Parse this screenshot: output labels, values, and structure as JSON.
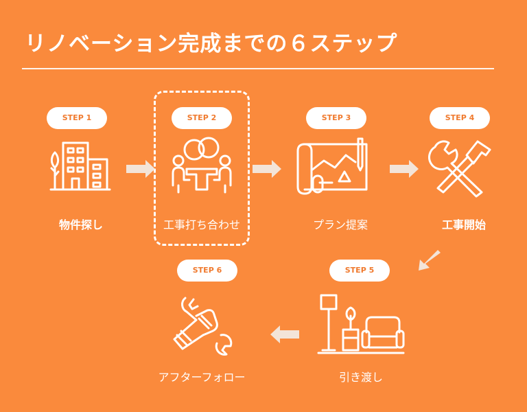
{
  "title": "リノベーション完成までの６ステップ",
  "steps": [
    {
      "badge": "STEP 1",
      "label": "物件探し",
      "icon": "building-icon"
    },
    {
      "badge": "STEP 2",
      "label": "工事打ち合わせ",
      "icon": "meeting-icon"
    },
    {
      "badge": "STEP 3",
      "label": "プラン提案",
      "icon": "blueprint-icon"
    },
    {
      "badge": "STEP 4",
      "label": "工事開始",
      "icon": "tools-icon"
    },
    {
      "badge": "STEP 5",
      "label": "引き渡し",
      "icon": "furniture-icon"
    },
    {
      "badge": "STEP 6",
      "label": "アフターフォロー",
      "icon": "wrench-hand-icon"
    }
  ],
  "colors": {
    "background": "#FA8A3C",
    "foreground": "#FFFFFF",
    "arrow": "#F3E4D8",
    "badge_text": "#F07A2E"
  }
}
